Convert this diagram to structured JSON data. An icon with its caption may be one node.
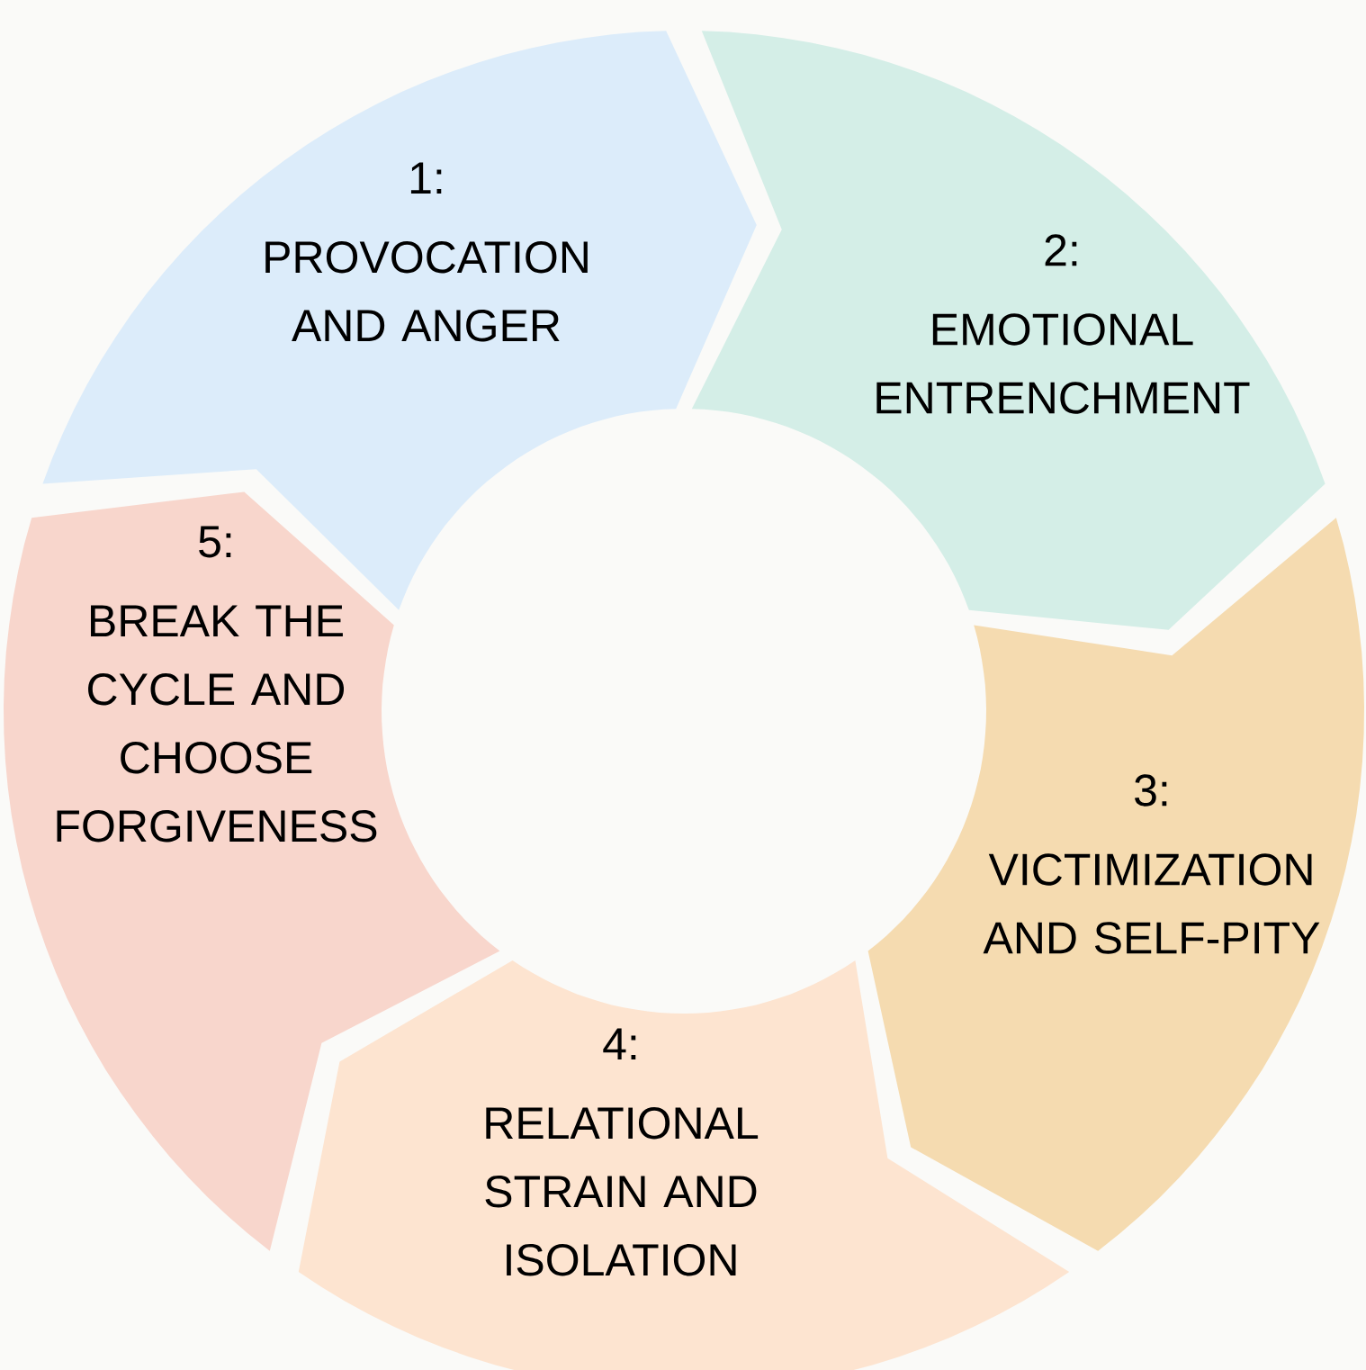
{
  "diagram": {
    "nodes": [
      {
        "text": [
          "1:",
          "PROVOCATION AND ANGER"
        ]
      },
      {
        "text": [
          "2:",
          "EMOTIONAL ENTRENCHMENT"
        ]
      },
      {
        "text": [
          "3:",
          "VICTIMIZATION AND SELF-PITY"
        ]
      },
      {
        "text": [
          "4:",
          "RELATIONAL STRAIN AND ISOLATION"
        ]
      },
      {
        "text": [
          "5:",
          "BREAK THE CYCLE AND CHOOSE FORGIVENESS"
        ]
      }
    ]
  }
}
